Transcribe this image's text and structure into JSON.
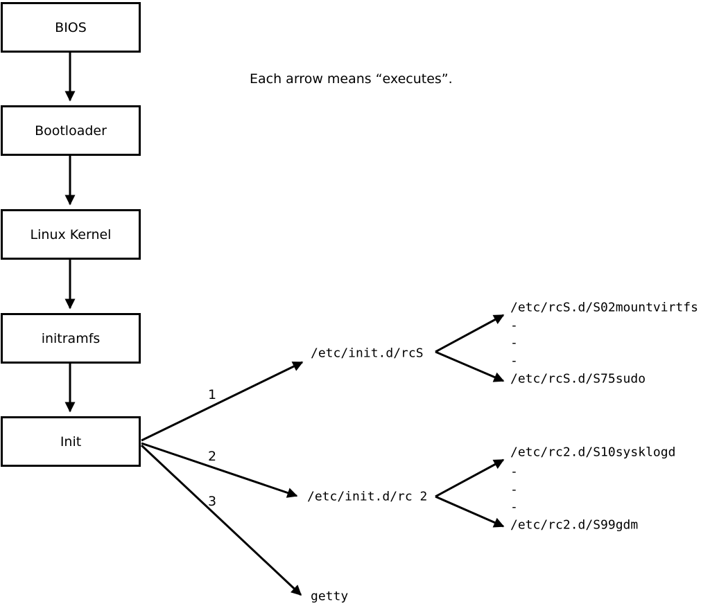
{
  "note": "Each arrow means “executes”.",
  "colors": {
    "background": "#ffffff",
    "line": "#000000",
    "text": "#000000"
  },
  "chain": [
    {
      "label": "BIOS"
    },
    {
      "label": "Bootloader"
    },
    {
      "label": "Linux Kernel"
    },
    {
      "label": "initramfs"
    },
    {
      "label": "Init"
    }
  ],
  "branches": [
    {
      "number": "1",
      "target": "/etc/init.d/rcS",
      "children": [
        "/etc/rcS.d/S02mountvirtfs",
        "-",
        "-",
        "-",
        "/etc/rcS.d/S75sudo"
      ]
    },
    {
      "number": "2",
      "target": "/etc/init.d/rc 2",
      "children": [
        "/etc/rc2.d/S10sysklogd",
        "-",
        "-",
        "-",
        "/etc/rc2.d/S99gdm"
      ]
    },
    {
      "number": "3",
      "target": "getty",
      "children": []
    }
  ]
}
